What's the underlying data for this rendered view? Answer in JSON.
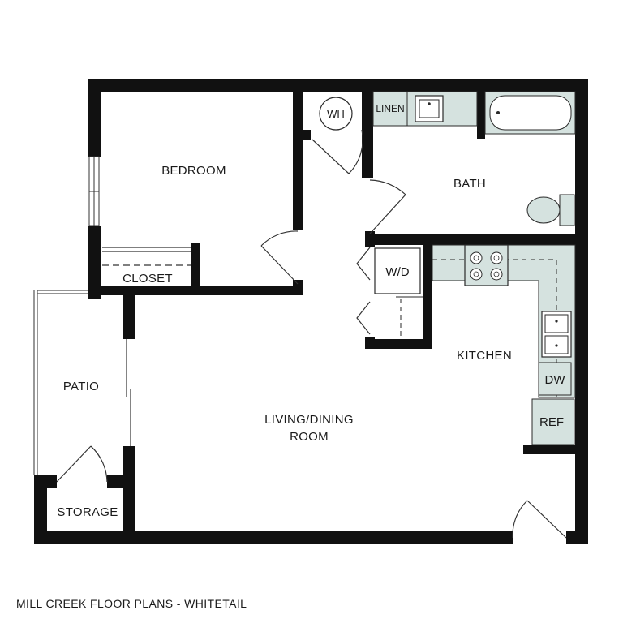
{
  "plan": {
    "caption": "MILL CREEK FLOOR PLANS - WHITETAIL",
    "rooms": {
      "bedroom": "BEDROOM",
      "bath": "BATH",
      "closet": "CLOSET",
      "kitchen": "KITCHEN",
      "living_line1": "LIVING/DINING",
      "living_line2": "ROOM",
      "patio": "PATIO",
      "storage": "STORAGE"
    },
    "fixtures": {
      "water_heater": "WH",
      "linen": "LINEN",
      "washer_dryer": "W/D",
      "dishwasher": "DW",
      "refrigerator": "REF"
    },
    "colors": {
      "wall": "#111111",
      "fixture_fill": "#d5e2df",
      "fixture_stroke": "#2a2a2a"
    }
  }
}
